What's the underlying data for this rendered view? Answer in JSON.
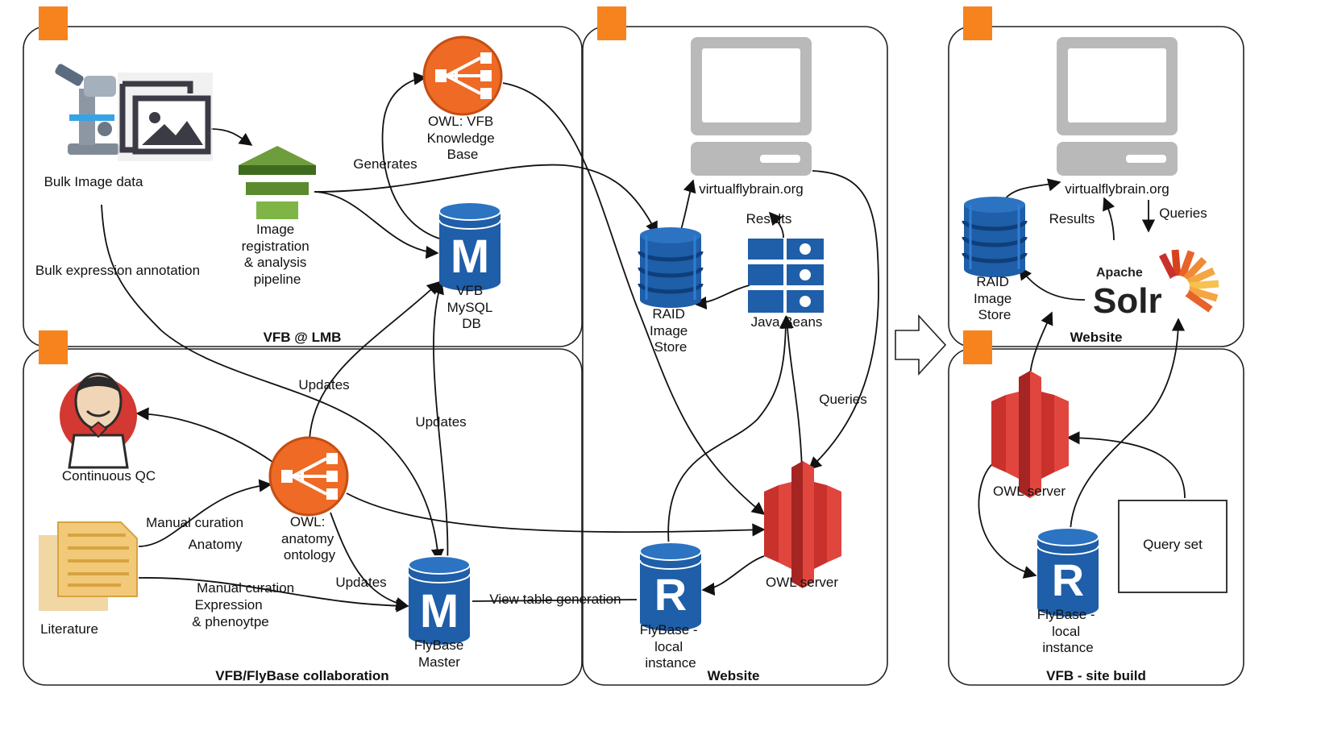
{
  "colors": {
    "orange_tag": "#f7831e",
    "owl_orange": "#ee6a25",
    "mysql_blue": "#1f5ea8",
    "aws_red": "#c8312c",
    "pipeline_green": "#5b8a2f",
    "monitor_gray": "#b9b9b9",
    "paper_gold": "#e5b75a"
  },
  "panels": {
    "lmb": "VFB @ LMB",
    "collab": "VFB/FlyBase collaboration",
    "website": "Website",
    "website_right": "Website",
    "site_build": "VFB - site build"
  },
  "nodes": {
    "bulk_image": "Bulk Image data",
    "pipeline": [
      "Image",
      "registration",
      "& analysis",
      "pipeline"
    ],
    "owl_kb": [
      "OWL: VFB",
      "Knowledge",
      "Base"
    ],
    "mysql_db": [
      "VFB",
      "MySQL",
      "DB"
    ],
    "mysql_letter": "M",
    "continuous_qc": "Continuous QC",
    "owl_anatomy": [
      "OWL:",
      "anatomy",
      "ontology"
    ],
    "literature": "Literature",
    "flybase_master": [
      "FlyBase",
      "Master"
    ],
    "flybase_master_letter": "M",
    "site_url": "virtualflybrain.org",
    "raid_store": [
      "RAID",
      "Image",
      "Store"
    ],
    "java_beans": "Java Beans",
    "owl_server": "OWL server",
    "flybase_local": [
      "FlyBase -",
      "local",
      "instance"
    ],
    "flybase_local_letter": "R",
    "right_site_url": "virtualflybrain.org",
    "right_raid_store": [
      "RAID",
      "Image",
      "Store"
    ],
    "solr_apache": "Apache",
    "solr_name": "Solr",
    "right_owl_server": "OWL server",
    "right_flybase_local": [
      "FlyBase -",
      "local",
      "instance"
    ],
    "right_flybase_letter": "R",
    "query_set": "Query set"
  },
  "edge_labels": {
    "generates": "Generates",
    "bulk_expression": "Bulk expression annotation",
    "updates_1": "Updates",
    "updates_2": "Updates",
    "updates_3": "Updates",
    "manual_anatomy": [
      "Manual curation",
      "Anatomy"
    ],
    "manual_expression": [
      "Manual curation",
      "Expression",
      "& phenoytpe"
    ],
    "view_table": "View table generation",
    "results_1": "Results",
    "queries_1": "Queries",
    "results_2": "Results",
    "queries_2": "Queries"
  },
  "icons": [
    "microscope-icon",
    "image-icon",
    "jenkins-icon",
    "document-icon",
    "monitor-icon",
    "database-icon",
    "aws-server-icon",
    "owl-network-icon",
    "solr-icon",
    "arrow-right-icon"
  ]
}
